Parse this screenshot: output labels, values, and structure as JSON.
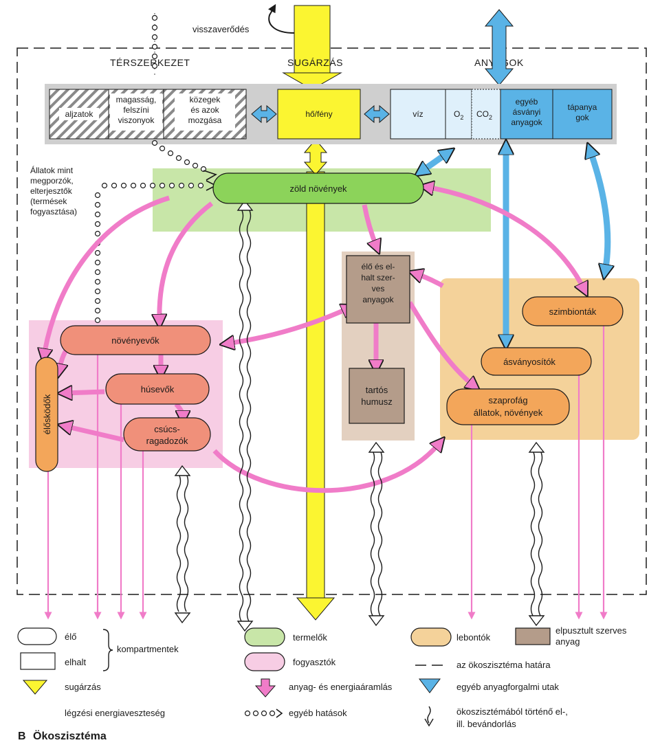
{
  "colors": {
    "producer": "#c8e6a8",
    "consumer": "#f7cde4",
    "decomposer": "#f4d29a",
    "organism_red": "#f0907a",
    "organism_orange": "#f3a65a",
    "green_node": "#8cd35a",
    "dead_matter": "#b49c8a",
    "radiation": "#fbf531",
    "blue": "#5ab3e6",
    "pink_arrow": "#f07cc8",
    "panel_gray": "#cfcfcf"
  },
  "top": {
    "reflection": "visszaverődés",
    "radiation": "SUGÁRZÁS",
    "spatial_structure": "TÉRSZERKEZET",
    "materials": "ANYAGOK"
  },
  "panel": {
    "substrates": "aljzatok",
    "height_1": "magasság,",
    "height_2": "felszíni",
    "height_3": "viszonyok",
    "media_1": "közegek",
    "media_2": "és azok",
    "media_3": "mozgása",
    "heat_light": "hő/fény",
    "water": "víz",
    "o2": "O",
    "o2_sub": "2",
    "co2": "CO",
    "co2_sub": "2",
    "minerals_1": "egyéb",
    "minerals_2": "ásványi",
    "minerals_3": "anyagok",
    "nutrients_1": "tápanya",
    "nutrients_2": "gok"
  },
  "nodes": {
    "green_plants": "zöld növények",
    "herbivores": "növényevők",
    "carnivores": "húsevők",
    "apex_1": "csúcs-",
    "apex_2": "ragadozók",
    "parasites": "élősködők",
    "organic_1": "élő és el-",
    "organic_2": "halt szer-",
    "organic_3": "ves",
    "organic_4": "anyagok",
    "humus_1": "tartós",
    "humus_2": "humusz",
    "symbionts": "szimbionták",
    "mineralizers": "ásványosítók",
    "detritivores_1": "szaprofág",
    "detritivores_2": "állatok, növények"
  },
  "animals_note": [
    "Állatok mint",
    "megporzók,",
    "elterjesztők",
    "(termések",
    "fogyasztása)"
  ],
  "legend": {
    "living": "élő",
    "dead": "elhalt",
    "compartments": "kompartmentek",
    "radiation": "sugárzás",
    "respiration_loss": "légzési energiaveszteség",
    "producers": "termelők",
    "consumers": "fogyasztók",
    "flow": "anyag- és energiaáramlás",
    "other_effects": "egyéb hatások",
    "decomposers": "lebontók",
    "dead_organic_1": "elpusztult szerves",
    "dead_organic_2": "anyag",
    "boundary": "az ökoszisztéma határa",
    "other_pathways": "egyéb anyagforgalmi utak",
    "migration_1": "ökoszisztémából történő el-,",
    "migration_2": "ill. bevándorlás"
  },
  "caption_letter": "B",
  "caption": "Ökoszisztéma"
}
